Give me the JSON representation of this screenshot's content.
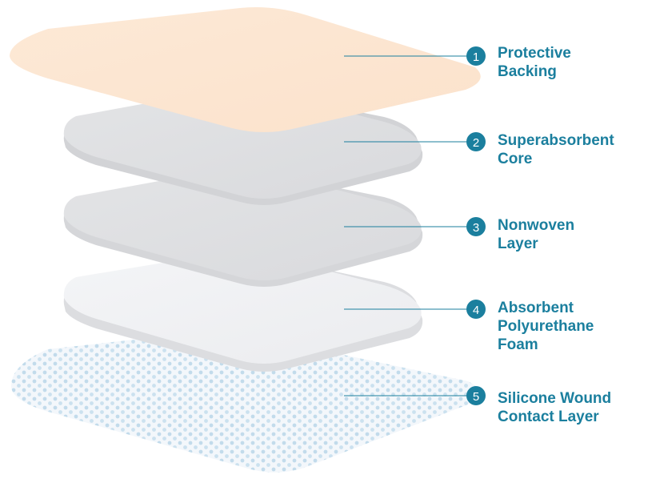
{
  "accent_color": "#1b7f9e",
  "layers": [
    {
      "number": "1",
      "label": "Protective\nBacking",
      "color": "#fde8d4"
    },
    {
      "number": "2",
      "label": "Superabsorbent\nCore",
      "color": "#e6e7e9"
    },
    {
      "number": "3",
      "label": "Nonwoven\nLayer",
      "color": "#e4e5e7"
    },
    {
      "number": "4",
      "label": "Absorbent\nPolyurethane\nFoam",
      "color": "#f1f2f4"
    },
    {
      "number": "5",
      "label": "Silicone Wound\nContact Layer",
      "color": "#f4f8fb"
    }
  ]
}
